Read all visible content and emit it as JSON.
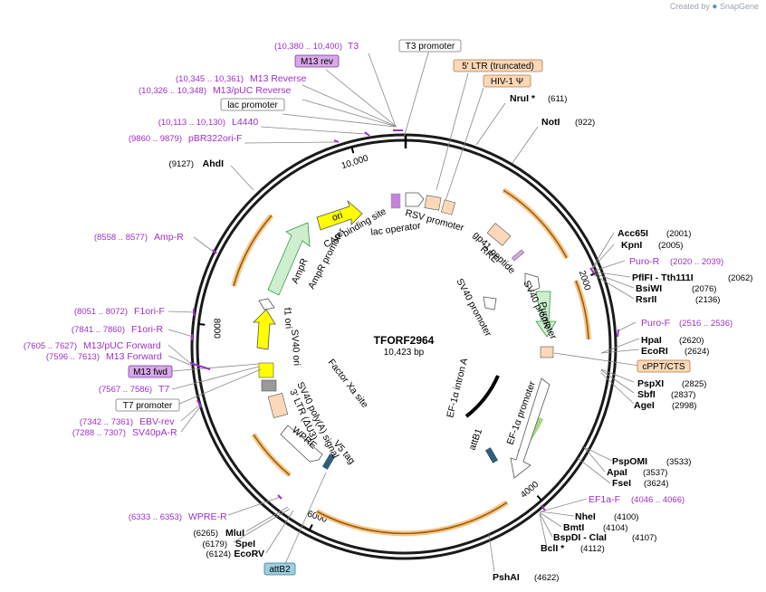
{
  "brand": {
    "created_by": "Created by",
    "app": "SnapGene"
  },
  "plasmid": {
    "name": "TFORF2964",
    "size": "10,423 bp",
    "length": 10423
  },
  "colors": {
    "backbone": "#1a1a1a",
    "enzyme": "#000000",
    "primer": "#9b30c8",
    "feature_orange": "#f6c27a",
    "feature_green": "#cdeecf",
    "feature_yellow": "#ffff00",
    "feature_peach": "#fbd8b8",
    "tag_purple": "#d8a8e8",
    "tag_blue": "#9ecfe0"
  },
  "ticks": [
    {
      "label": "10,000",
      "pos": 10000
    },
    {
      "label": "2000",
      "pos": 2000
    },
    {
      "label": "4000",
      "pos": 4000
    },
    {
      "label": "6000",
      "pos": 6000
    },
    {
      "label": "8000",
      "pos": 8000
    }
  ],
  "enzymes_right": [
    {
      "name": "NruI *",
      "num": "(611)"
    },
    {
      "name": "NotI",
      "num": "(922)"
    },
    {
      "name": "Acc65I",
      "num": "(2001)"
    },
    {
      "name": "KpnI",
      "num": "(2005)"
    },
    {
      "name": "PflFI - Tth111I",
      "num": "(2062)"
    },
    {
      "name": "BsiWI",
      "num": "(2076)"
    },
    {
      "name": "RsrII",
      "num": "(2136)"
    },
    {
      "name": "HpaI",
      "num": "(2620)"
    },
    {
      "name": "EcoRI",
      "num": "(2624)"
    },
    {
      "name": "PspXI",
      "num": "(2825)"
    },
    {
      "name": "SbfI",
      "num": "(2837)"
    },
    {
      "name": "AgeI",
      "num": "(2998)"
    },
    {
      "name": "PspOMI",
      "num": "(3533)"
    },
    {
      "name": "ApaI",
      "num": "(3537)"
    },
    {
      "name": "FseI",
      "num": "(3624)"
    },
    {
      "name": "NheI",
      "num": "(4100)"
    },
    {
      "name": "BmtI",
      "num": "(4104)"
    },
    {
      "name": "BspDI - ClaI",
      "num": "(4107)"
    },
    {
      "name": "BclI *",
      "num": "(4112)"
    },
    {
      "name": "PshAI",
      "num": "(4622)"
    }
  ],
  "enzymes_left": [
    {
      "name": "AhdI",
      "num": "(9127)"
    },
    {
      "name": "MluI",
      "num": "(6265)"
    },
    {
      "name": "SpeI",
      "num": "(6179)"
    },
    {
      "name": "EcoRV",
      "num": "(6124)"
    }
  ],
  "primers": [
    {
      "name": "T3",
      "range": "(10,380 .. 10,400)"
    },
    {
      "name": "M13 Reverse",
      "range": "(10,345 .. 10,361)"
    },
    {
      "name": "M13/pUC Reverse",
      "range": "(10,326 .. 10,348)"
    },
    {
      "name": "L4440",
      "range": "(10,113 .. 10,130)"
    },
    {
      "name": "pBR322ori-F",
      "range": "(9860 .. 9879)"
    },
    {
      "name": "Amp-R",
      "range": "(8558 .. 8577)"
    },
    {
      "name": "F1ori-F",
      "range": "(8051 .. 8072)"
    },
    {
      "name": "F1ori-R",
      "range": "(7841 .. 7860)"
    },
    {
      "name": "M13/pUC Forward",
      "range": "(7605 .. 7627)"
    },
    {
      "name": "M13 Forward",
      "range": "(7596 .. 7613)"
    },
    {
      "name": "T7",
      "range": "(7567 .. 7586)"
    },
    {
      "name": "EBV-rev",
      "range": "(7342 .. 7361)"
    },
    {
      "name": "SV40pA-R",
      "range": "(7288 .. 7307)"
    },
    {
      "name": "WPRE-R",
      "range": "(6333 .. 6353)"
    },
    {
      "name": "Puro-R",
      "range": "(2020 .. 2039)"
    },
    {
      "name": "Puro-F",
      "range": "(2516 .. 2536)"
    },
    {
      "name": "EF1a-F",
      "range": "(4046 .. 4066)"
    }
  ],
  "boxed_labels": [
    {
      "text": "T3 promoter",
      "style": "plain"
    },
    {
      "text": "M13 rev",
      "style": "purple"
    },
    {
      "text": "5' LTR (truncated)",
      "style": "peach"
    },
    {
      "text": "HIV-1 Ψ",
      "style": "peach"
    },
    {
      "text": "lac promoter",
      "style": "plain"
    },
    {
      "text": "cPPT/CTS",
      "style": "peach"
    },
    {
      "text": "M13 fwd",
      "style": "purple"
    },
    {
      "text": "T7 promoter",
      "style": "plain"
    },
    {
      "text": "attB2",
      "style": "blue"
    }
  ],
  "inner_features": [
    "ori",
    "CAP binding site",
    "lac operator",
    "RSV promoter",
    "RRE",
    "gp41 peptide",
    "AmpR",
    "AmpR promoter",
    "SV40 promoter",
    "PuroR",
    "SV40 promoter",
    "f1 ori",
    "SV40 ori",
    "Factor Xa site",
    "SV40 poly(A) signal",
    "3' LTR (ΔU3)",
    "V5 tag",
    "WPRE",
    "EF-1α intron A",
    "EF-1α promoter",
    "attB1"
  ]
}
